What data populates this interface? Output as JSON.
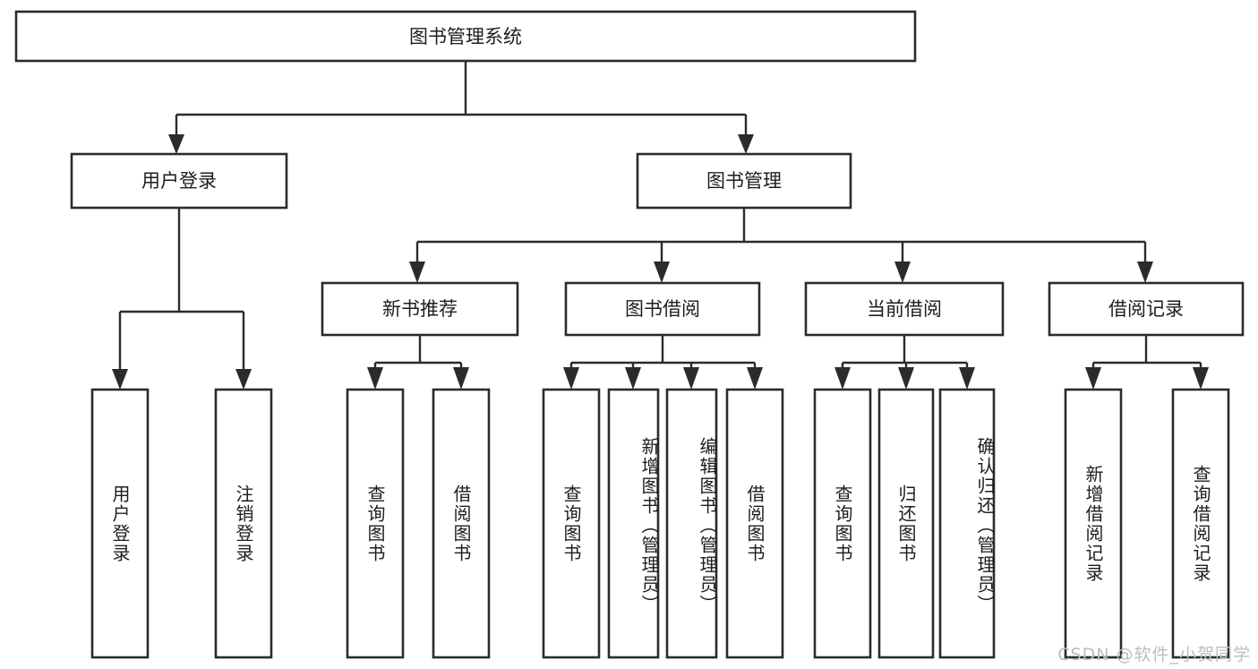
{
  "diagram": {
    "type": "tree",
    "title": "图书管理系统",
    "watermark": "CSDN @软件_小贺同学",
    "colors": {
      "stroke": "#2b2b2b",
      "fill": "#ffffff",
      "text": "#1d1d1d",
      "watermark": "#bdbdbd"
    },
    "levels": {
      "root": {
        "label": "图书管理系统"
      },
      "level2": [
        {
          "label": "用户登录"
        },
        {
          "label": "图书管理"
        }
      ],
      "level3": [
        {
          "label": "新书推荐"
        },
        {
          "label": "图书借阅"
        },
        {
          "label": "当前借阅"
        },
        {
          "label": "借阅记录"
        }
      ],
      "leaves": [
        {
          "label": "用户登录",
          "parent": "用户登录"
        },
        {
          "label": "注销登录",
          "parent": "用户登录"
        },
        {
          "label": "查询图书",
          "parent": "新书推荐"
        },
        {
          "label": "借阅图书",
          "parent": "新书推荐"
        },
        {
          "label": "查询图书",
          "parent": "图书借阅"
        },
        {
          "label": "新增图书（管理员）",
          "parent": "图书借阅"
        },
        {
          "label": "编辑图书（管理员）",
          "parent": "图书借阅"
        },
        {
          "label": "借阅图书",
          "parent": "图书借阅"
        },
        {
          "label": "查询图书",
          "parent": "当前借阅"
        },
        {
          "label": "归还图书",
          "parent": "当前借阅"
        },
        {
          "label": "确认归还（管理员）",
          "parent": "当前借阅"
        },
        {
          "label": "新增借阅记录",
          "parent": "借阅记录"
        },
        {
          "label": "查询借阅记录",
          "parent": "借阅记录"
        }
      ]
    }
  }
}
